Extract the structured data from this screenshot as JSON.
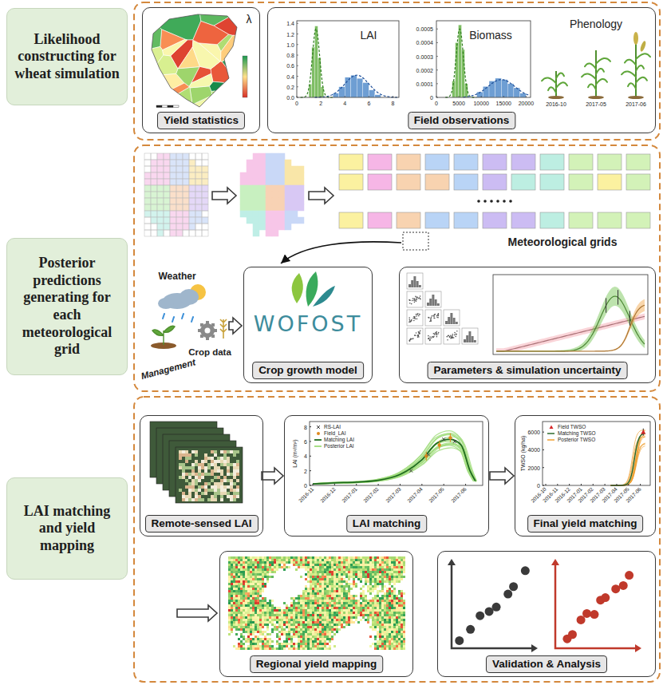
{
  "diagram": {
    "nodes": [
      {
        "text": [
          "Likelihood constructing for wheat simulation"
        ]
      },
      {
        "text": [
          "Posterior predictions generating for each meteorological grid"
        ]
      },
      {
        "text": [
          "LAI matching and yield mapping"
        ]
      },
      {
        "text": [
          "Yield statistics"
        ]
      },
      {
        "text": [
          "Field observations"
        ]
      },
      {
        "text": [
          "WOFOST",
          "Crop growth model"
        ]
      },
      {
        "text": [
          "Parameters & simulation uncertainty"
        ]
      },
      {
        "text": [
          "Remote-sensed LAI"
        ]
      },
      {
        "text": [
          "LAI matching"
        ]
      },
      {
        "text": [
          "Final yield matching"
        ]
      },
      {
        "text": [
          "Regional yield mapping"
        ]
      },
      {
        "text": [
          "Validation & Analysis"
        ]
      }
    ],
    "edges": [
      {
        "from": 0,
        "to": 1,
        "arrow": "to"
      },
      {
        "from": 1,
        "to": 2,
        "arrow": "to"
      },
      {
        "from": 5,
        "to": 6,
        "arrow": "to"
      },
      {
        "from": 7,
        "to": 8,
        "arrow": "to"
      },
      {
        "from": 8,
        "to": 9,
        "arrow": "to"
      },
      {
        "from": 10,
        "to": 11,
        "arrow": "to"
      }
    ],
    "labels": [
      "λ",
      "LAI",
      "1.4",
      "1.2",
      "1.0",
      "0.8",
      "0.6",
      "0.4",
      "0.2",
      "0.0",
      "0",
      "2",
      "4",
      "6",
      "8",
      "Biomass",
      "0.0005",
      "0.0004",
      "0.0003",
      "0.0002",
      "0.0001",
      "0",
      "0",
      "5000",
      "10000",
      "15000",
      "20000",
      "Phenology",
      "2016-10",
      "2017-05",
      "2017-06",
      "Meteorological grids",
      "Weather",
      "Management",
      "Crop data",
      "RS-LAI",
      "Field_LAI",
      "Matching LAI",
      "Posterior LAI",
      "LAI (m²/m²)",
      "0",
      "2",
      "4",
      "6",
      "8",
      "2016-11",
      "2016-12",
      "2017-01",
      "2017-02",
      "2017-03",
      "2017-04",
      "2017-05",
      "2017-06",
      "Field TWSO",
      "Matching TWSO",
      "Posterior TWSO",
      "TWSO (kg/ha)",
      "0",
      "2000",
      "4000",
      "6000",
      "2016-10",
      "2016-11",
      "2016-12",
      "2017-01",
      "2017-02",
      "2017-03",
      "2017-04",
      "2017-05",
      "2017-06"
    ]
  }
}
